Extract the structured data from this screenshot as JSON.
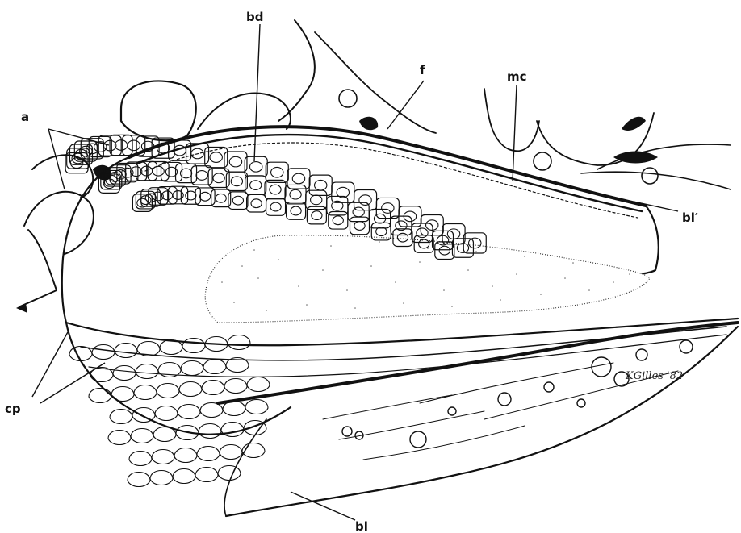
{
  "figure": {
    "labels": {
      "a": "a",
      "bd": "bd",
      "f": "f",
      "mc": "mc",
      "bl_prime": "bl′",
      "cp": "cp",
      "bl": "bl"
    },
    "signature": "KGilles '82"
  },
  "colors": {
    "ink": "#111111",
    "paper": "#ffffff",
    "stipple": "#555555"
  }
}
